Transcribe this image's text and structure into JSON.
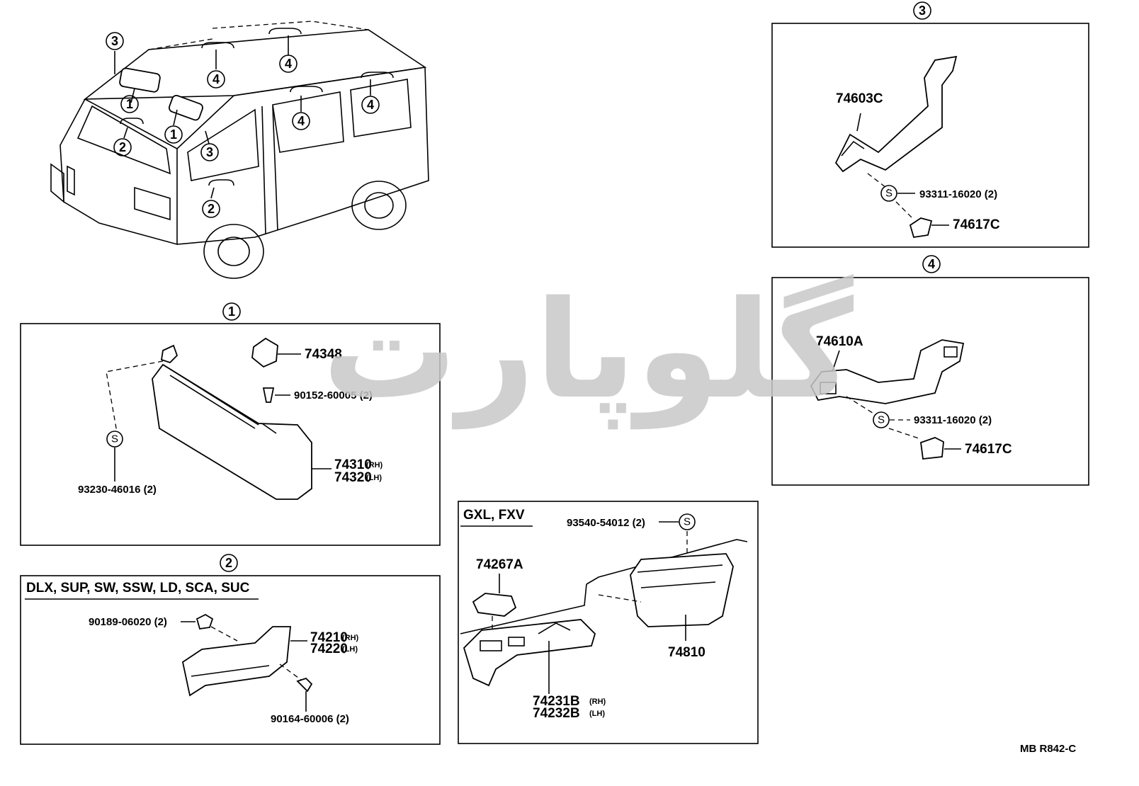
{
  "callouts": {
    "c1": "1",
    "c2": "2",
    "c3": "3",
    "c4": "4",
    "s": "S"
  },
  "panel3": {
    "handle": "74603C",
    "screw": "93311-16020 (2)",
    "cap": "74617C"
  },
  "panel4": {
    "handle": "74610A",
    "screw": "93311-16020 (2)",
    "cap": "74617C"
  },
  "panel1": {
    "holder": "74348",
    "holder_screw": "90152-60005 (2)",
    "visor_screw": "93230-46016 (2)",
    "visor_rh": "74310",
    "visor_lh": "74320",
    "rh_tag": "(RH)",
    "lh_tag": "(LH)"
  },
  "panel2": {
    "grades": "DLX, SUP, SW, SSW, LD, SCA, SUC",
    "clip": "90189-06020 (2)",
    "armrest_rh": "74210",
    "armrest_lh": "74220",
    "screw": "90164-60006 (2)",
    "rh_tag": "(RH)",
    "lh_tag": "(LH)"
  },
  "panel5": {
    "grades": "GXL, FXV",
    "screw": "93540-54012 (2)",
    "cover": "74267A",
    "pocket": "74810",
    "base_rh": "74231B",
    "base_lh": "74232B",
    "rh_tag": "(RH)",
    "lh_tag": "(LH)"
  },
  "watermark": "گلوپارت",
  "footer": "MB  R842-C",
  "colors": {
    "ink": "#000000",
    "watermark": "#c8c8c8",
    "background": "#ffffff"
  }
}
